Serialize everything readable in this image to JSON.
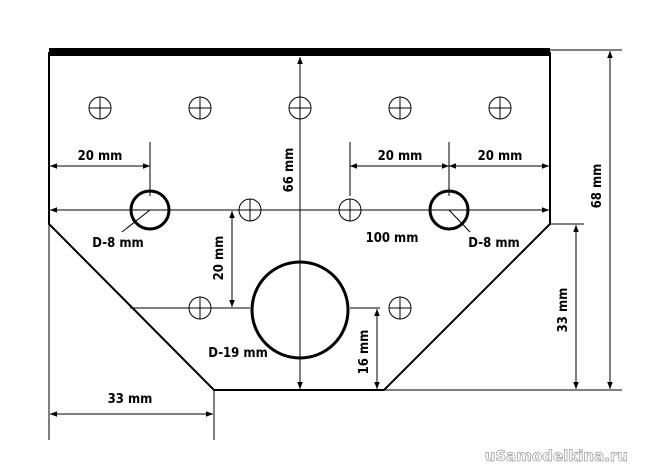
{
  "drawing": {
    "labels": {
      "dim_20_left": "20 mm",
      "dim_20_mid": "20 mm",
      "dim_20_right": "20 mm",
      "dim_66": "66 mm",
      "dim_68": "68 mm",
      "dim_100": "100 mm",
      "dim_20_vert": "20 mm",
      "dim_33_vert": "33 mm",
      "dim_16": "16 mm",
      "dim_33_bottom": "33 mm",
      "hole_d8_left": "D-8 mm",
      "hole_d8_right": "D-8 mm",
      "hole_d19": "D-19 mm"
    },
    "watermark": "uSamodelkina.ru"
  }
}
